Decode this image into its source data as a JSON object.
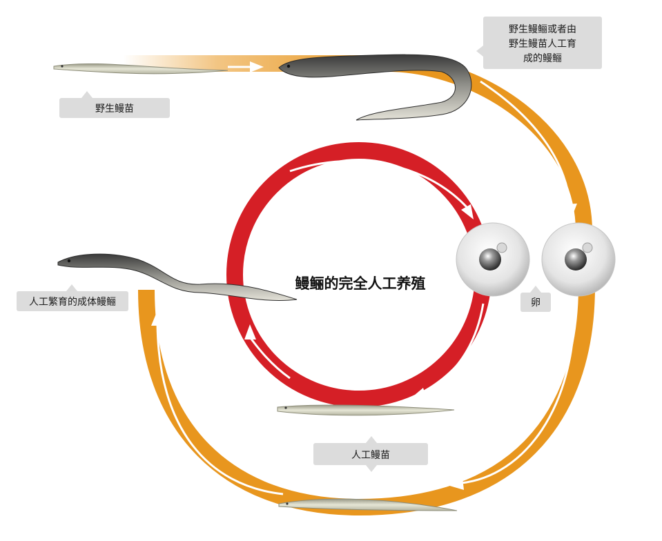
{
  "title": "鳗鲡的完全人工养殖",
  "labels": {
    "wild_glass_eel": "野生鳗苗",
    "wild_or_farmed_eel_lines": [
      "野生鳗鲡或者由",
      "野生鳗苗人工育",
      "成的鳗鲡"
    ],
    "eggs": "卵",
    "artificial_adult_eel": "人工繁育的成体鳗鲡",
    "artificial_glass_eel": "人工鳗苗"
  },
  "colors": {
    "outer_cycle": "#E8961E",
    "inner_cycle": "#D51F26",
    "arrow": "#FFFFFF",
    "label_box": "#DCDCDC",
    "egg": "#E6E6E6"
  }
}
